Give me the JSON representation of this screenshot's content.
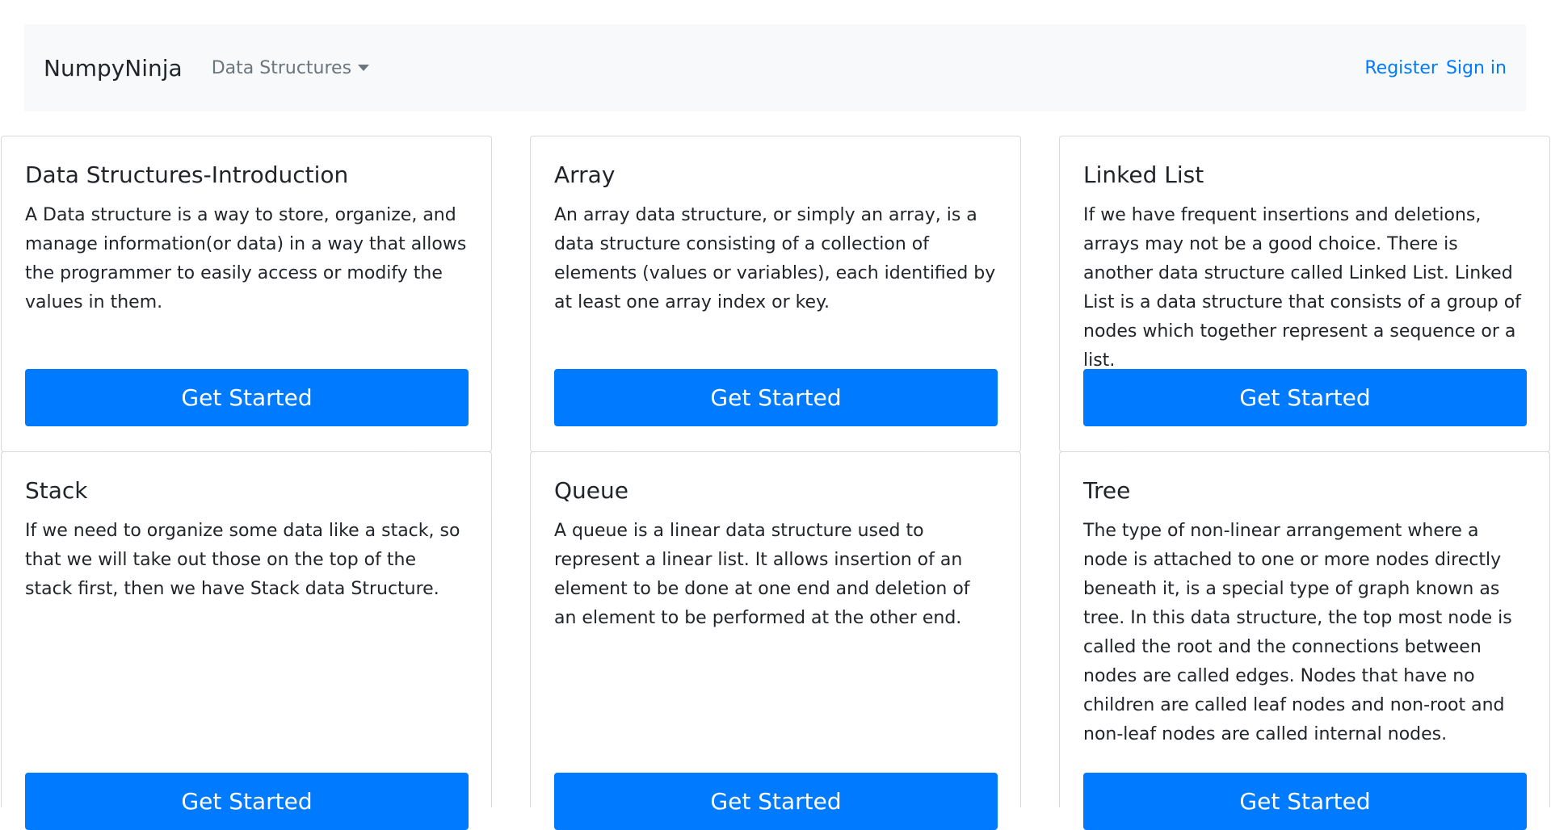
{
  "navbar": {
    "brand": "NumpyNinja",
    "dropdown_label": "Data Structures",
    "register_label": "Register",
    "signin_label": "Sign in"
  },
  "cards": [
    {
      "title": "Data Structures-Introduction",
      "text": "A Data structure is a way to store, organize, and manage information(or data) in a way that allows the programmer to easily access or modify the values in them.",
      "button_label": "Get Started"
    },
    {
      "title": "Array",
      "text": "An array data structure, or simply an array, is a data structure consisting of a collection of elements (values or variables), each identified by at least one array index or key.",
      "button_label": "Get Started"
    },
    {
      "title": "Linked List",
      "text": "If we have frequent insertions and deletions, arrays may not be a good choice. There is another data structure called Linked List. Linked List is a data structure that consists of a group of nodes which together represent a sequence or a list.",
      "button_label": "Get Started"
    },
    {
      "title": "Stack",
      "text": "If we need to organize some data like a stack, so that we will take out those on the top of the stack first, then we have Stack data Structure.",
      "button_label": "Get Started"
    },
    {
      "title": "Queue",
      "text": "A queue is a linear data structure used to represent a linear list. It allows insertion of an element to be done at one end and deletion of an element to be performed at the other end.",
      "button_label": "Get Started"
    },
    {
      "title": "Tree",
      "text": "The type of non-linear arrangement where a node is attached to one or more nodes directly beneath it, is a special type of graph known as tree. In this data structure, the top most node is called the root and the connections between nodes are called edges. Nodes that have no children are called leaf nodes and non-root and non-leaf nodes are called internal nodes.",
      "button_label": "Get Started"
    }
  ],
  "colors": {
    "primary": "#007bff",
    "navbar_bg": "#f8f9fa",
    "muted": "#6c757d"
  }
}
